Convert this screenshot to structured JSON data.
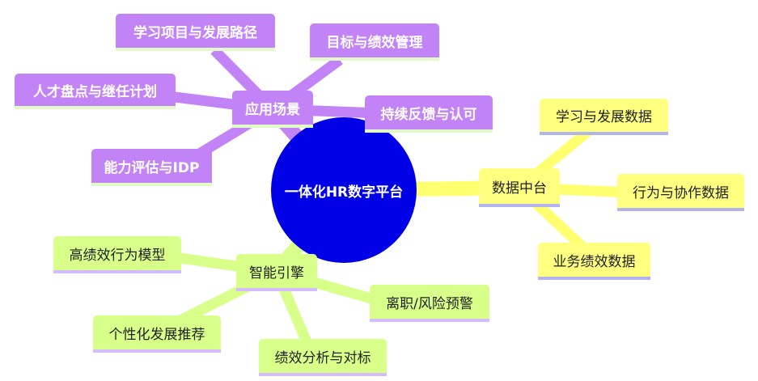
{
  "root": {
    "label": "一体化HR数字平台"
  },
  "branches": {
    "apps": {
      "label": "应用场景",
      "children": [
        "学习项目与发展路径",
        "目标与绩效管理",
        "人才盘点与继任计划",
        "持续反馈与认可",
        "能力评估与IDP"
      ]
    },
    "data": {
      "label": "数据中台",
      "children": [
        "学习与发展数据",
        "行为与协作数据",
        "业务绩效数据"
      ]
    },
    "engine": {
      "label": "智能引擎",
      "children": [
        "高绩效行为模型",
        "离职/风险预警",
        "个性化发展推荐",
        "绩效分析与对标"
      ]
    }
  },
  "colors": {
    "root": "#0000e6",
    "apps": "#c283f7",
    "data": "#ffff80",
    "engine": "#d7ff8a"
  }
}
